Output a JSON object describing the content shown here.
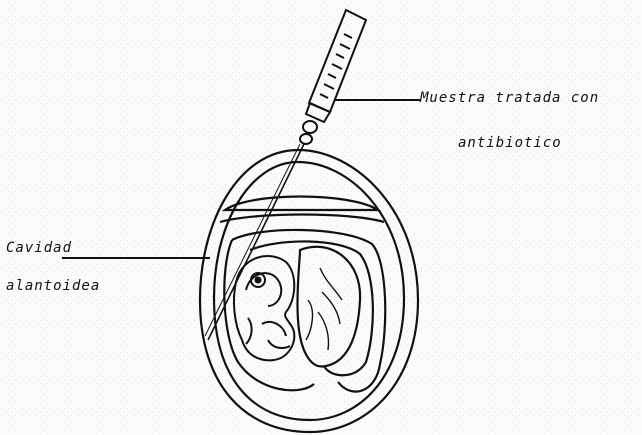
{
  "labels": {
    "sample_line1": "Muestra tratada con",
    "sample_line2": "antibiotico",
    "cavity_line1": "Cavidad",
    "cavity_line2": "alantoidea"
  },
  "colors": {
    "ink": "#111111",
    "paper": "#fbfbf9",
    "noise": "#d9ddd6"
  },
  "icons": {
    "syringe": "syringe-icon",
    "egg": "egg-icon",
    "embryo": "embryo-icon"
  }
}
